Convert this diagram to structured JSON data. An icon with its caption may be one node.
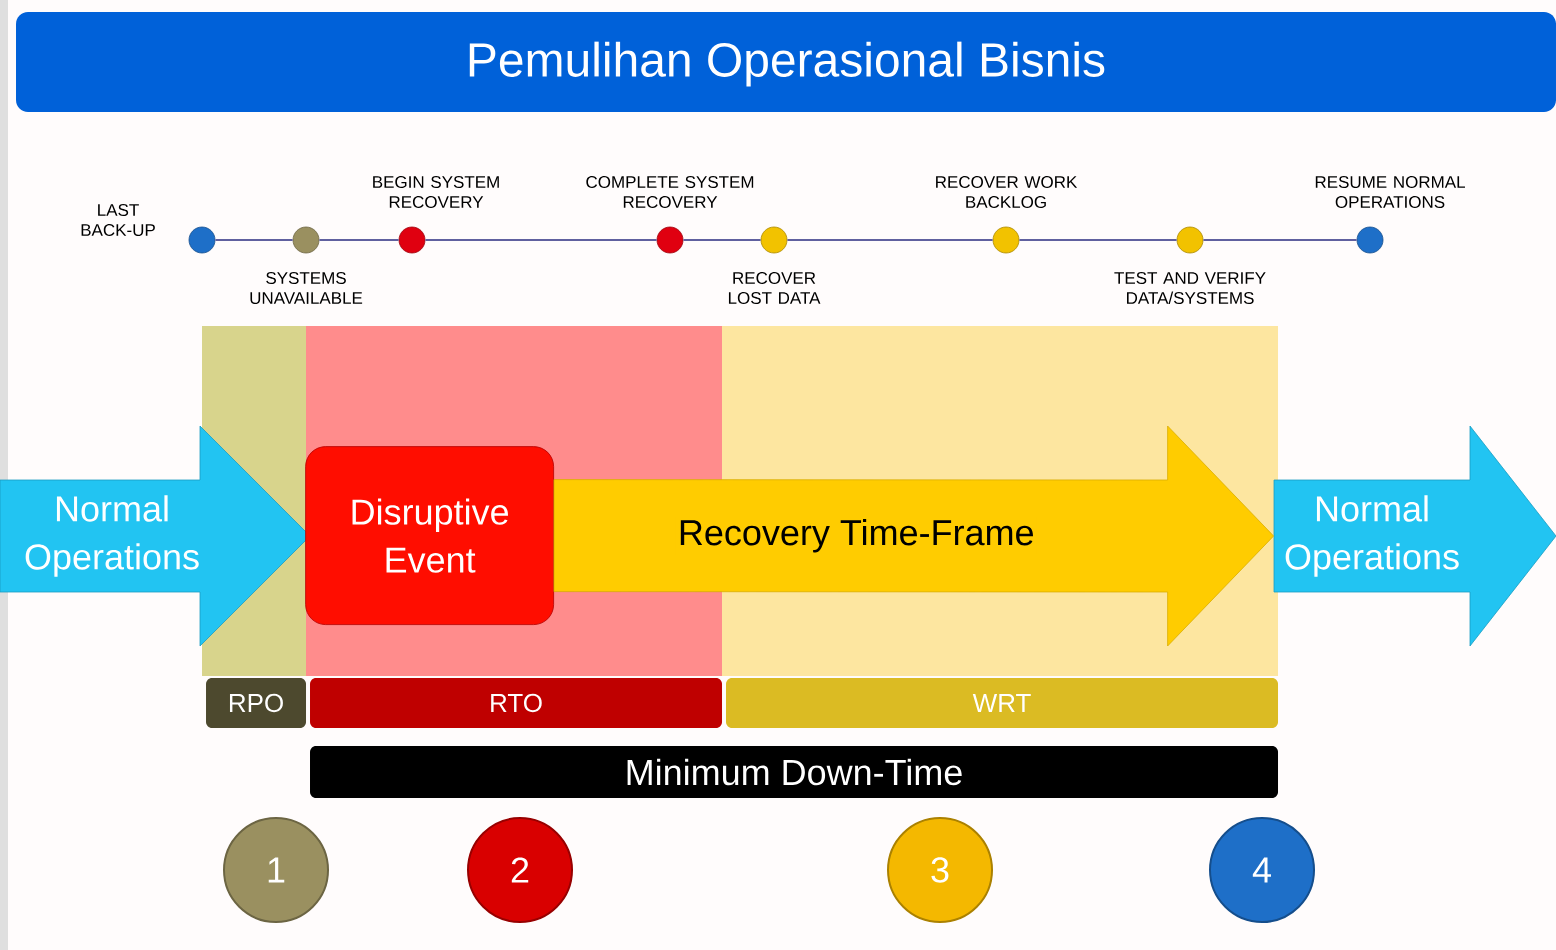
{
  "diagram": {
    "title": "Pemulihan Operasional Bisnis",
    "nodes": [
      {
        "text": [
          "LAST BACK-UP"
        ]
      },
      {
        "text": [
          "SYSTEMS UNAVAILABLE"
        ]
      },
      {
        "text": [
          "BEGIN SYSTEM RECOVERY"
        ]
      },
      {
        "text": [
          "COMPLETE SYSTEM RECOVERY"
        ]
      },
      {
        "text": [
          "RECOVER LOST DATA"
        ]
      },
      {
        "text": [
          "RECOVER WORK BACKLOG"
        ]
      },
      {
        "text": [
          "TEST AND VERIFY DATA/SYSTEMS"
        ]
      },
      {
        "text": [
          "RESUME NORMAL OPERATIONS"
        ]
      },
      {
        "text": [
          "Normal Operations"
        ]
      },
      {
        "text": [
          "Disruptive Event"
        ],
        "in": 12
      },
      {
        "text": [
          "Normal Operations"
        ]
      },
      {
        "text": [
          "RPO"
        ]
      },
      {
        "text": [
          "RTO"
        ]
      },
      {
        "text": [
          "WRT"
        ]
      },
      {
        "text": [
          "Minimum Down-Time"
        ]
      },
      {
        "text": [
          "1"
        ]
      },
      {
        "text": [
          "2"
        ]
      },
      {
        "text": [
          "3"
        ]
      },
      {
        "text": [
          "4"
        ]
      }
    ],
    "edges": [
      {
        "from": 0,
        "to": 1,
        "arrow": "none"
      },
      {
        "from": 1,
        "to": 2,
        "arrow": "none"
      },
      {
        "from": 2,
        "to": 3,
        "arrow": "none"
      },
      {
        "from": 3,
        "to": 4,
        "arrow": "none"
      },
      {
        "from": 4,
        "to": 5,
        "arrow": "none"
      },
      {
        "from": 5,
        "to": 6,
        "arrow": "none"
      },
      {
        "from": 6,
        "to": 7,
        "arrow": "none"
      },
      {
        "from": 9,
        "to": 10,
        "arrow": "to",
        "label": "Recovery Time-Frame",
        "style": "thick",
        "color": "#ffcc00"
      }
    ]
  }
}
